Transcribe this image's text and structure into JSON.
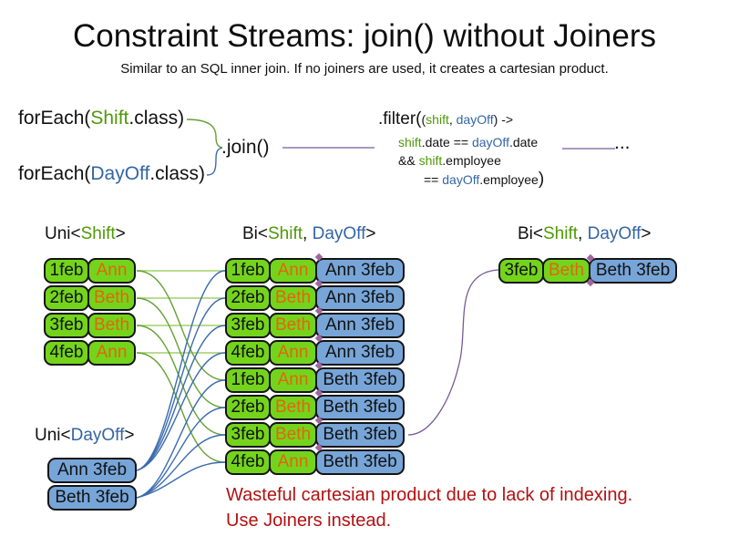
{
  "title": "Constraint Streams: join() without Joiners",
  "subtitle": "Similar to an SQL inner join. If no joiners are used, it creates a cartesian product.",
  "code": {
    "foreach_shift": {
      "pre": "forEach(",
      "cls": "Shift",
      "post": ".class)"
    },
    "foreach_dayoff": {
      "pre": "forEach(",
      "cls": "DayOff",
      "post": ".class)"
    },
    "join": ".join()",
    "filter": {
      "l1a": ".filter(",
      "l1b": "(",
      "l1c": "shift",
      "l1d": ", ",
      "l1e": "dayOff",
      "l1f": ") ->",
      "l2a": "shift",
      "l2b": ".date == ",
      "l2c": "dayOff",
      "l2d": ".date",
      "l3a": "&& ",
      "l3b": "shift",
      "l3c": ".employee",
      "l4a": "== ",
      "l4b": "dayOff",
      "l4c": ".employee",
      "l4d": ")"
    },
    "ellipsis": "..."
  },
  "headers": {
    "uni_shift": {
      "pre": "Uni<",
      "t1": "Shift",
      "post": ">"
    },
    "bi_product": {
      "pre": "Bi<",
      "t1": "Shift",
      "sep": ", ",
      "t2": "DayOff",
      "post": ">"
    },
    "bi_result": {
      "pre": "Bi<",
      "t1": "Shift",
      "sep": ", ",
      "t2": "DayOff",
      "post": ">"
    },
    "uni_dayoff": {
      "pre": "Uni<",
      "t1": "DayOff",
      "post": ">"
    }
  },
  "columns": {
    "uni_shift": {
      "rows": [
        {
          "date": "1feb",
          "name": "Ann"
        },
        {
          "date": "2feb",
          "name": "Beth"
        },
        {
          "date": "3feb",
          "name": "Beth"
        },
        {
          "date": "4feb",
          "name": "Ann"
        }
      ]
    },
    "bi_product": {
      "rows": [
        {
          "date": "1feb",
          "name": "Ann",
          "pair": "Ann 3feb"
        },
        {
          "date": "2feb",
          "name": "Beth",
          "pair": "Ann 3feb"
        },
        {
          "date": "3feb",
          "name": "Beth",
          "pair": "Ann 3feb"
        },
        {
          "date": "4feb",
          "name": "Ann",
          "pair": "Ann 3feb"
        },
        {
          "date": "1feb",
          "name": "Ann",
          "pair": "Beth 3feb"
        },
        {
          "date": "2feb",
          "name": "Beth",
          "pair": "Beth 3feb"
        },
        {
          "date": "3feb",
          "name": "Beth",
          "pair": "Beth 3feb"
        },
        {
          "date": "4feb",
          "name": "Ann",
          "pair": "Beth 3feb"
        }
      ]
    },
    "bi_result": {
      "rows": [
        {
          "date": "3feb",
          "name": "Beth",
          "pair": "Beth 3feb"
        }
      ]
    },
    "uni_dayoff": {
      "rows": [
        {
          "label": "Ann 3feb"
        },
        {
          "label": "Beth 3feb"
        }
      ]
    }
  },
  "note": {
    "line1": "Wasteful cartesian product due to lack of indexing.",
    "line2": "Use Joiners instead."
  },
  "colors": {
    "green_fill": "#74d41c",
    "blue_fill": "#77a5d8",
    "green_text": "#4e9a06",
    "blue_text": "#3465a4",
    "orange_text": "#e3650e",
    "red_text": "#b21111",
    "purple_line": "#7a5a96",
    "green_line": "#64a234",
    "green_line_light": "#a3cf6d",
    "blue_line": "#3c6cb0",
    "box_border": "#141414",
    "diamond": "#a066a0"
  }
}
